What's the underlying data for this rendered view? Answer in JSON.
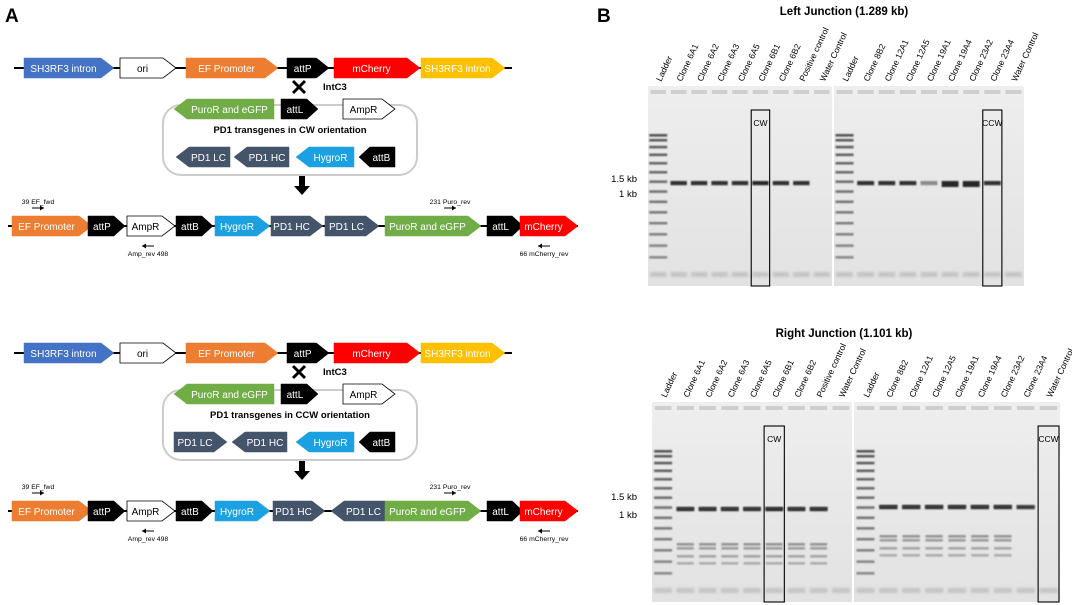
{
  "panels": {
    "a": "A",
    "b": "B"
  },
  "colors": {
    "sh3rf3_intron": "#4472c4",
    "ori": "#ffffff",
    "ef_promoter": "#ed7d31",
    "attP": "#000000",
    "mCherry": "#ff0000",
    "sh3rf3_intron_right": "#ffc000",
    "puro_egfp": "#70ad47",
    "attL": "#000000",
    "ampR": "#ffffff",
    "pd1": "#44546a",
    "hygroR": "#1ba1e2",
    "attB": "#000000",
    "gel_bg": "#e6e6e6"
  },
  "labels": {
    "sh3rf3_intron": "SH3RF3 intron",
    "ori": "ori",
    "ef_promoter": "EF Promoter",
    "attP": "attP",
    "mCherry": "mCherry",
    "puro_egfp": "PuroR and eGFP",
    "attL": "attL",
    "ampR": "AmpR",
    "pd1_lc": "PD1 LC",
    "pd1_hc": "PD1 HC",
    "hygroR": "HygroR",
    "attB": "attB",
    "integrase": "IntC3",
    "cw_title": "PD1 transgenes in CW orientation",
    "ccw_title": "PD1 transgenes in CCW orientation",
    "ef_fwd": "39 EF_fwd",
    "puro_rev": "231 Puro_rev",
    "amp_rev": "Amp_rev 498",
    "mcherry_rev": "66 mCherry_rev"
  },
  "gels": {
    "left_title": "Left Junction (1.289 kb)",
    "right_title": "Right Junction (1.101 kb)",
    "marker_15": "1.5 kb",
    "marker_1": "1 kb",
    "cw_box": "CW",
    "ccw_box": "CCW",
    "left_lanes_1": [
      "Ladder",
      "Clone 6A1",
      "Clone 6A2",
      "Clone 6A3",
      "Clone 6A5",
      "Clone 6B1",
      "Clone 6B2",
      "Positive control",
      "Water Control"
    ],
    "left_lanes_2": [
      "Ladder",
      "Clone 8B2",
      "Clone 12A1",
      "Clone 12A5",
      "Clone 19A1",
      "Clone 19A4",
      "Clone 23A2",
      "Clone 23A4",
      "Water Control"
    ],
    "right_lanes_1": [
      "Ladder",
      "Clone 6A1",
      "Clone 6A2",
      "Clone 6A3",
      "Clone 6A5",
      "Clone 6B1",
      "Clone 6B2",
      "Positive control",
      "Water Control"
    ],
    "right_lanes_2": [
      "Ladder",
      "Clone 8B2",
      "Clone 12A1",
      "Clone 12A5",
      "Clone 19A1",
      "Clone 19A4",
      "Clone 23A2",
      "Clone 23A4",
      "Water Control"
    ]
  }
}
